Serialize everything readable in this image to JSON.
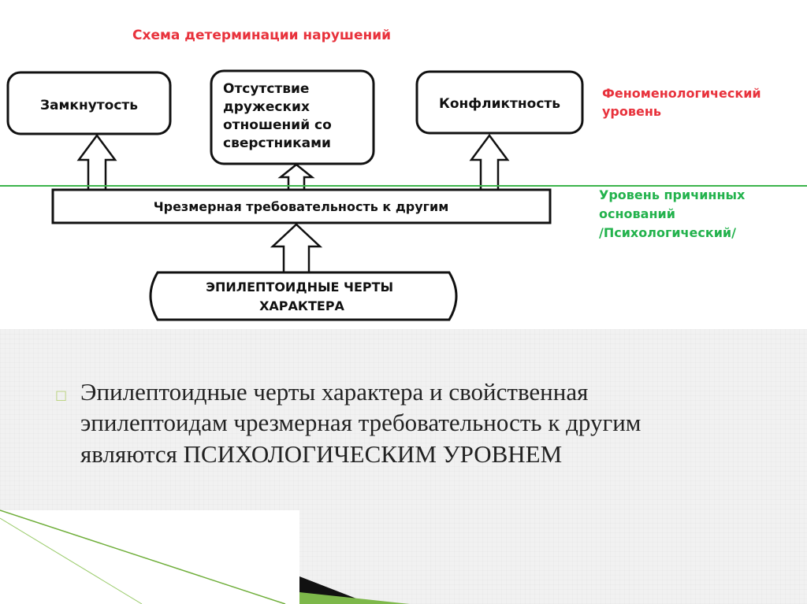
{
  "diagram": {
    "title": "Схема детерминации нарушений",
    "top_boxes": [
      {
        "lines": [
          "Замкнутость"
        ]
      },
      {
        "lines": [
          "Отсутствие",
          "дружеских",
          "отношений со",
          "сверстниками"
        ]
      },
      {
        "lines": [
          "Конфликтность"
        ]
      }
    ],
    "middle_box": "Чрезмерная требовательность к другим",
    "bottom_box": {
      "lines": [
        "ЭПИЛЕПТОИДНЫЕ  ЧЕРТЫ",
        "ХАРАКТЕРА"
      ]
    },
    "level_phenomenological": {
      "lines": [
        "Феноменологический",
        "уровень"
      ]
    },
    "level_causal": {
      "lines": [
        "Уровень причинных",
        "оснований",
        "/Психологический/"
      ]
    }
  },
  "bullet": {
    "icon": "hollow-square-bullet-icon",
    "text": "Эпилептоидные черты характера и свойственная эпилептоидам чрезмерная требовательность к другим являются ПСИХОЛОГИЧЕСКИМ УРОВНЕМ"
  },
  "colors": {
    "title_red": "#e8323c",
    "level_green": "#22b24c",
    "separator_green": "#3cb44b",
    "bullet_green": "#b8d27a",
    "text": "#222222"
  }
}
